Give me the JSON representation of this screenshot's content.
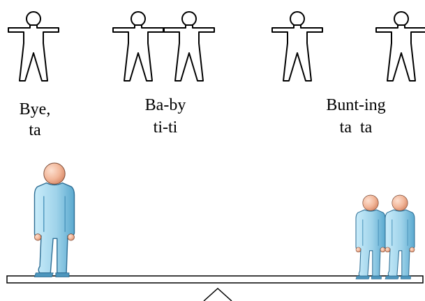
{
  "colors": {
    "outline": "#000000",
    "figure_fill": "#ffffff",
    "person_body": "#9fd3ea",
    "person_shade": "#5aa9cf",
    "person_skin": "#f2b79a",
    "person_skin_shade": "#d98b6a",
    "beam_fill": "#ffffff"
  },
  "icons": {
    "stick_figure": "person-outline-icon",
    "person": "standing-person-icon",
    "fulcrum": "triangle-icon"
  },
  "labels": {
    "group1": {
      "line1": "Bye,",
      "line2": "ta"
    },
    "group2": {
      "line1": "Ba-by",
      "line2": "ti-ti"
    },
    "group3": {
      "line1": "Bunt-ing",
      "line2": "ta  ta"
    }
  }
}
